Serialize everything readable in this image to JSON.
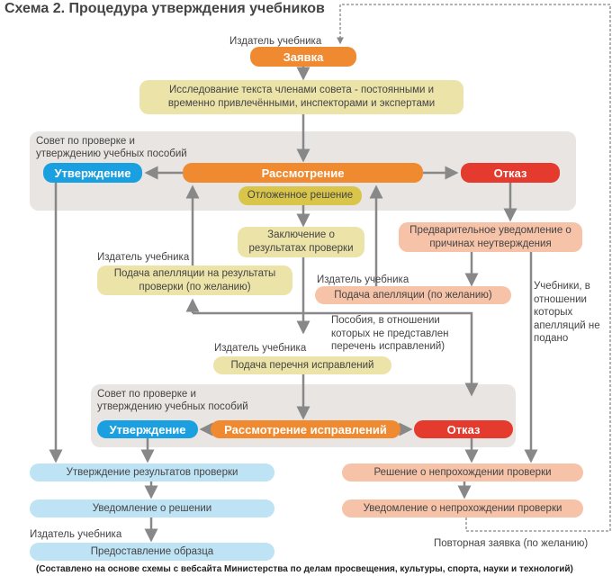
{
  "title": "Схема 2. Процедура утверждения учебников",
  "publisher": "Издатель учебника",
  "council": "Совет по проверке и утверждению учебных пособий",
  "request": "Заявка",
  "research": "Исследование текста членами совета - постоянными и временно привлечёнными, инспекторами и экспертами",
  "approval": "Утверждение",
  "review": "Рассмотрение",
  "rejection": "Отказ",
  "deferred": "Отложенное решение",
  "conclusion": "Заключение о результатах проверки",
  "appeal_results": "Подача апелляции на результаты проверки (по желанию)",
  "preliminary_notice": "Предварительное уведомление о причинах неутверждения",
  "appeal": "Подача апелляции (по желанию)",
  "no_appeal_note": "Учебники, в отношении которых апелляций не подано",
  "no_corrections_note": "Пособия, в отношении которых не представлен перечень исправлений)",
  "corrections_list": "Подача перечня исправлений",
  "review_corrections": "Рассмотрение исправлений",
  "approval_results": "Утверждение результатов проверки",
  "decision_notice": "Уведомление о решении",
  "sample": "Предоставление образца",
  "fail_decision": "Решение о непрохождении проверки",
  "fail_notice": "Уведомление о непрохождении проверки",
  "resubmit": "Повторная заявка (по желанию)",
  "footer": "(Составлено на основе схемы с вебсайта Министерства по делам просвещения, культуры, спорта, науки и технологий)",
  "colors": {
    "orange": "#f08a30",
    "blue": "#1aa0e0",
    "red": "#e53a2e",
    "yellow": "#ece3a8",
    "pink": "#f6c3a8",
    "lightblue": "#bde3f5",
    "panel": "#e8e5e2"
  }
}
